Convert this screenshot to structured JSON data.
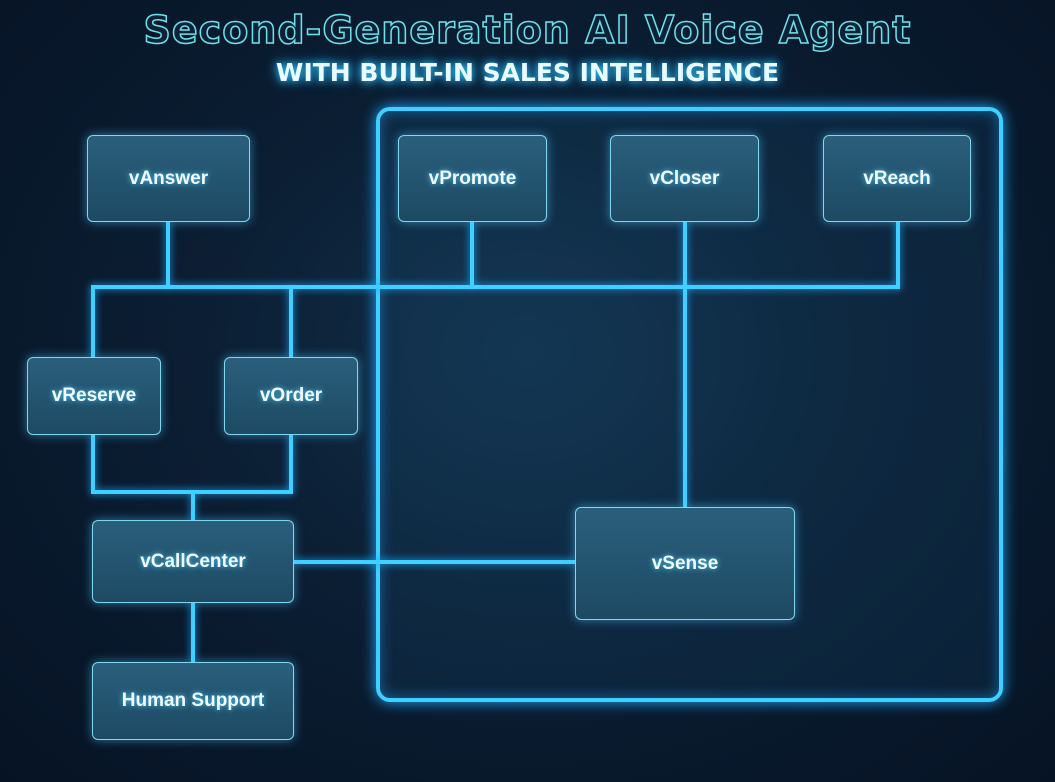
{
  "header": {
    "title": "Second-Generation AI Voice Agent",
    "subtitle": "WITH BUILT-IN SALES INTELLIGENCE"
  },
  "nodes": {
    "vanswer": "vAnswer",
    "vpromote": "vPromote",
    "vcloser": "vCloser",
    "vreach": "vReach",
    "vreserve": "vReserve",
    "vorder": "vOrder",
    "vcallcenter": "vCallCenter",
    "vsense": "vSense",
    "human_support": "Human Support"
  },
  "colors": {
    "line": "#3fd0ff",
    "node_bg": "#245670",
    "background": "#0b1e33"
  }
}
